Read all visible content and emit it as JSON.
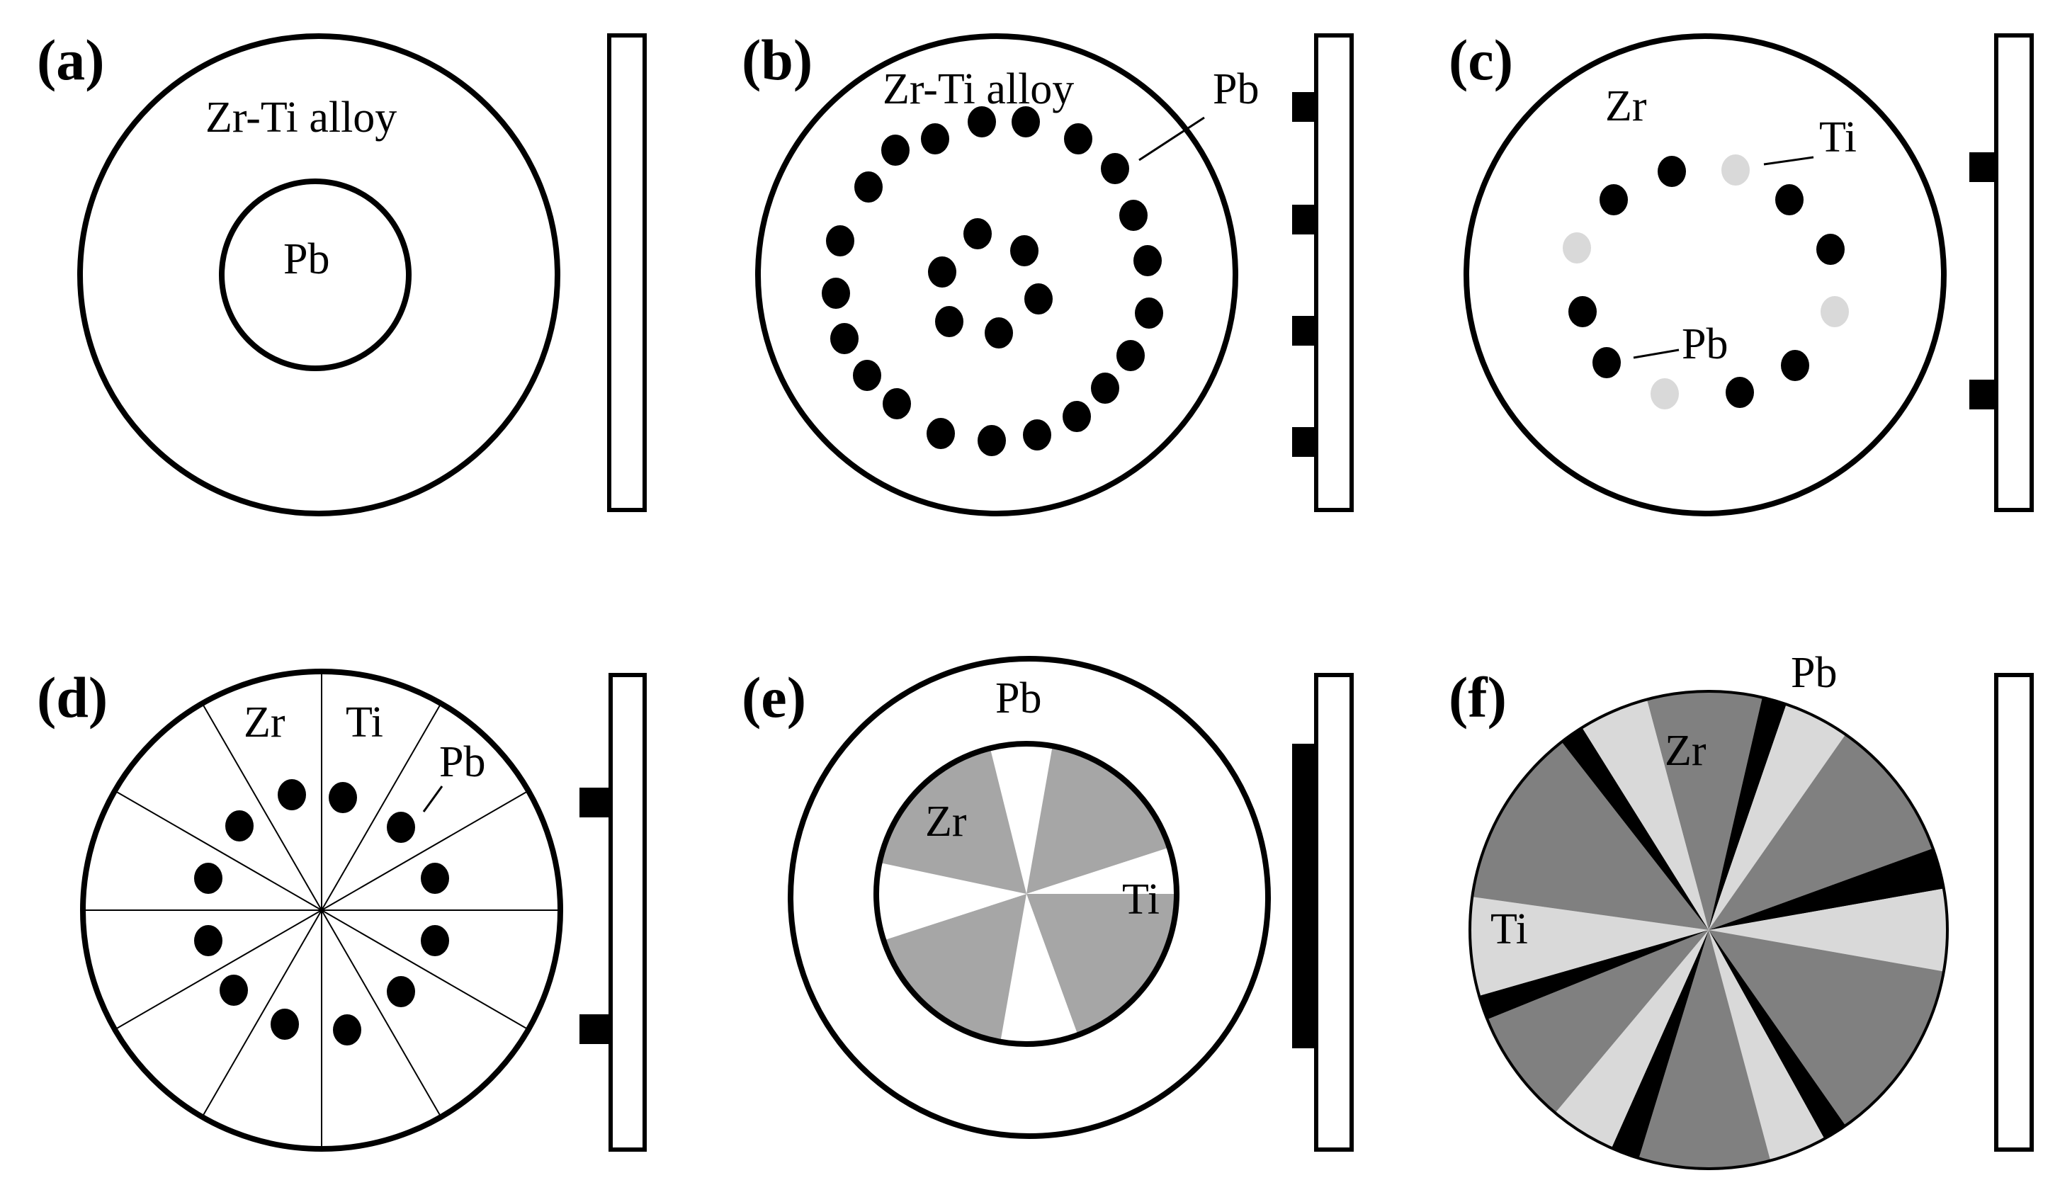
{
  "colors": {
    "ink": "#000000",
    "dark_gray": "#808080",
    "mid_gray": "#a6a6a6",
    "light_gray": "#d9d9d9",
    "paper": "#ffffff"
  },
  "panels": {
    "a": {
      "tag": "(a)",
      "labels": {
        "outer": "Zr-Ti alloy",
        "center": "Pb"
      }
    },
    "b": {
      "tag": "(b)",
      "labels": {
        "matrix": "Zr-Ti alloy",
        "dot": "Pb"
      }
    },
    "c": {
      "tag": "(c)",
      "labels": {
        "matrix": "Zr",
        "light_dot": "Ti",
        "dark_dot": "Pb"
      }
    },
    "d": {
      "tag": "(d)",
      "labels": {
        "sector1": "Zr",
        "sector2": "Ti",
        "dot": "Pb"
      }
    },
    "e": {
      "tag": "(e)",
      "labels": {
        "ring": "Pb",
        "gray": "Zr",
        "white": "Ti"
      }
    },
    "f": {
      "tag": "(f)",
      "labels": {
        "black": "Pb",
        "dark": "Zr",
        "light": "Ti"
      }
    }
  }
}
